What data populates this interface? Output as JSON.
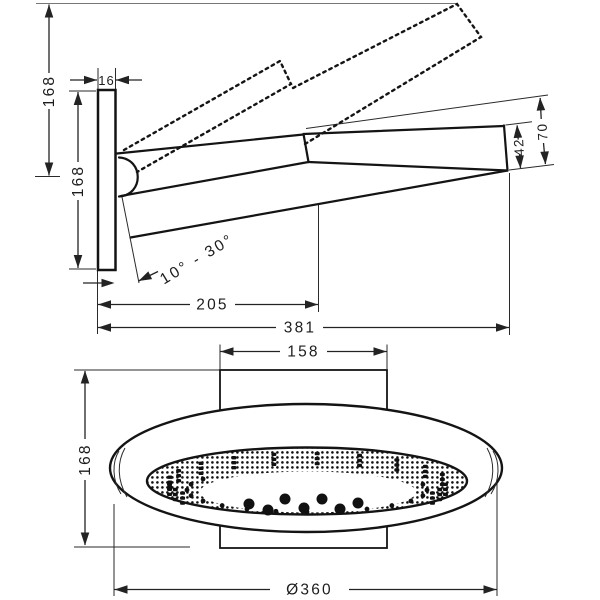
{
  "drawing": {
    "side_view": {
      "overall_height": "168",
      "plate_thickness": "16",
      "plate_height": "168",
      "head_thickness": "42",
      "head_end_height": "70",
      "tilt_range": "10° - 30°",
      "wall_to_joint": "205",
      "total_projection": "381"
    },
    "bottom_view": {
      "bracket_width": "158",
      "bracket_height": "168",
      "head_diameter": "Ø360"
    }
  }
}
